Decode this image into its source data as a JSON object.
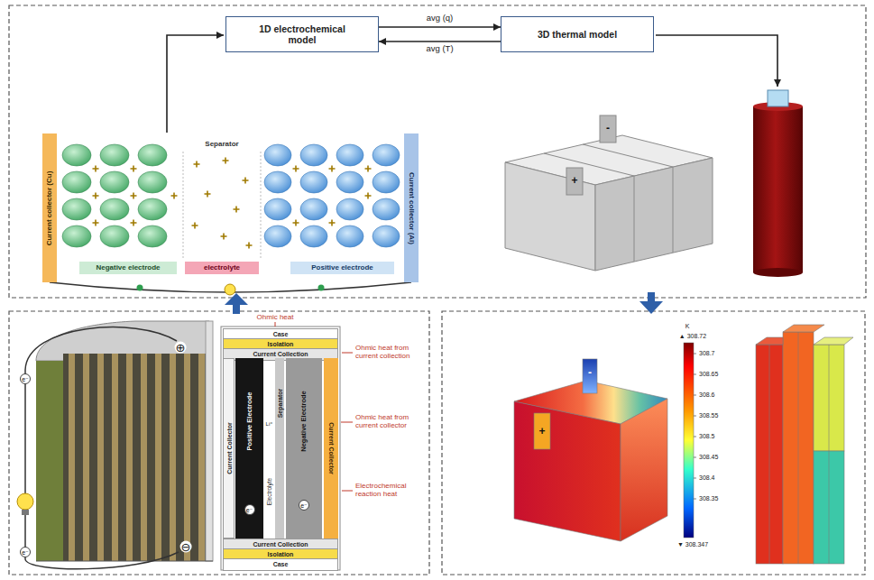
{
  "diagram": {
    "nodes": [
      {
        "text": [
          "1D electrochemical model"
        ]
      },
      {
        "text": [
          "3D thermal model"
        ]
      },
      {
        "text": [
          "Current collector (Cu)"
        ]
      },
      {
        "text": [
          "Negative electrode"
        ]
      },
      {
        "text": [
          "electrolyte"
        ]
      },
      {
        "text": [
          "Positive electrode"
        ]
      },
      {
        "text": [
          "Current collector (Al)"
        ]
      },
      {
        "text": [
          "Case"
        ]
      },
      {
        "text": [
          "Isolation"
        ]
      },
      {
        "text": [
          "Current Collection"
        ]
      },
      {
        "text": [
          "Current Collector"
        ]
      },
      {
        "text": [
          "Positive Electrode"
        ]
      },
      {
        "text": [
          "Separator"
        ]
      },
      {
        "text": [
          "Negative Electrode"
        ]
      },
      {
        "text": [
          "Current Collector"
        ]
      },
      {
        "text": [
          "Current Collection"
        ]
      },
      {
        "text": [
          "Isolation"
        ]
      },
      {
        "text": [
          "Case"
        ]
      }
    ],
    "edges": [
      {
        "from": 0,
        "to": 1,
        "label": "avg (q)",
        "arrow": "to"
      },
      {
        "from": 1,
        "to": 0,
        "label": "avg (T)",
        "arrow": "to"
      }
    ],
    "labels": [
      "Separator",
      "-",
      "+",
      "Ohmic heat",
      "Ohmic heat from current collection",
      "Ohmic heat from current collector",
      "Electrochemical reaction heat",
      "Electrolyte",
      "Li⁺",
      "e⁻",
      "e⁻",
      "e⁻",
      "e⁻",
      "⊕",
      "⊖",
      "-",
      "+",
      "K",
      "▲ 308.72",
      "308.7",
      "308.65",
      "308.6",
      "308.55",
      "308.5",
      "308.45",
      "308.4",
      "308.35",
      "▼ 308.347"
    ]
  }
}
